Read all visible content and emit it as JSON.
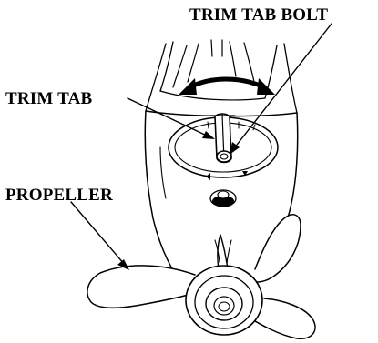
{
  "labels": {
    "trim_tab_bolt": "TRIM TAB BOLT",
    "trim_tab": "TRIM TAB",
    "propeller": "PROPELLER"
  },
  "colors": {
    "ink": "#000000",
    "paper": "#ffffff"
  }
}
